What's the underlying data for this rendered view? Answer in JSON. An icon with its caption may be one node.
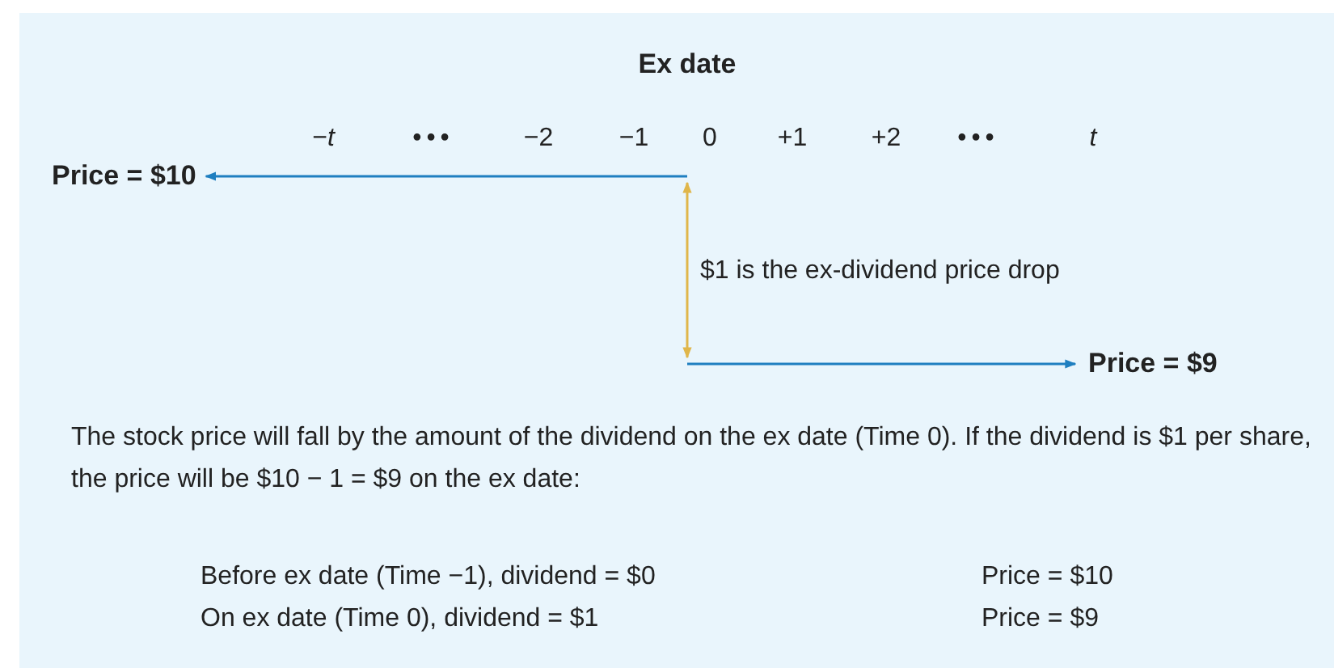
{
  "diagram": {
    "nodes": [
      {
        "text": [
          "Price = $10"
        ]
      },
      {
        "text": [
          "Price = $9"
        ]
      }
    ],
    "edges": [
      {
        "from": null,
        "to": 0,
        "arrow": "to"
      },
      {
        "from": null,
        "to": 1,
        "arrow": "to"
      }
    ],
    "labels": [
      "Ex date",
      "−*t*",
      "•••",
      "−2",
      "−1",
      "0",
      "+1",
      "+2",
      "•••",
      "*t*",
      "$1 is the ex-dividend price drop",
      "The stock price will fall by the amount of the dividend on the ex date (Time 0). If the dividend is $1 per share, the price will be $10 − 1 = $9 on the ex date:",
      "Before ex date (Time −1), dividend = $0",
      "Price = $10",
      "On ex date (Time 0), dividend = $1",
      "Price = $9"
    ]
  }
}
